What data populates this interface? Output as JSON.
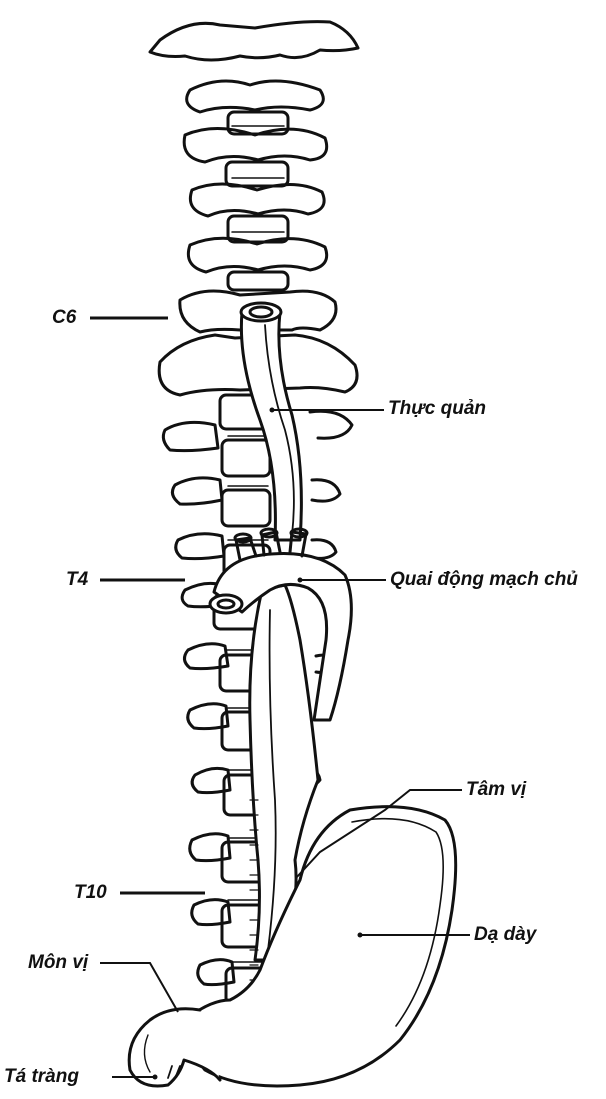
{
  "labels": {
    "c6": "C6",
    "esophagus": "Thực quản",
    "t4": "T4",
    "aortic_arch": "Quai động mạch chủ",
    "cardia": "Tâm vị",
    "t10": "T10",
    "stomach": "Dạ dày",
    "pylorus": "Môn vị",
    "duodenum": "Tá tràng"
  },
  "colors": {
    "ink": "#111111",
    "paper": "#ffffff"
  }
}
